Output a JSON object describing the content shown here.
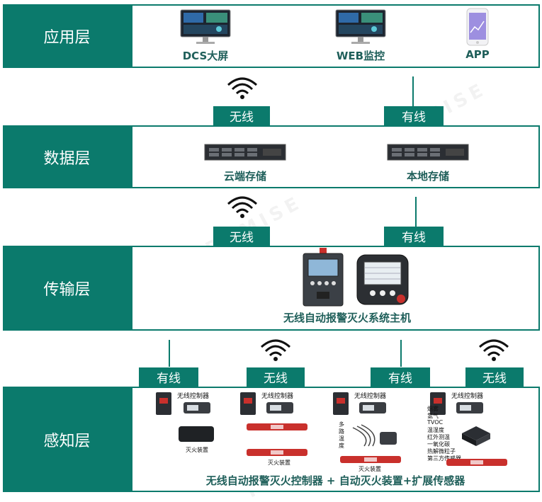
{
  "layers": {
    "application": "应用层",
    "data": "数据层",
    "transport": "传输层",
    "perception": "感知层"
  },
  "application": {
    "items": [
      {
        "label": "DCS大屏",
        "icon": "monitor-icon"
      },
      {
        "label": "WEB监控",
        "icon": "monitor-icon"
      },
      {
        "label": "APP",
        "icon": "phone-icon"
      }
    ]
  },
  "links": {
    "wireless": "无线",
    "wired": "有线"
  },
  "data_layer": {
    "items": [
      {
        "label": "云端存储",
        "icon": "server-icon"
      },
      {
        "label": "本地存储",
        "icon": "server-icon"
      }
    ]
  },
  "transport": {
    "caption": "无线自动报警灭火系统主机"
  },
  "perception": {
    "controller_label": "无线控制器",
    "extinguisher_label": "灭火装置",
    "multi_temp": [
      "多",
      "路",
      "温",
      "度"
    ],
    "sensors": [
      "烟雾",
      "氢气",
      "TVOC",
      "温湿度",
      "红外测温",
      "一氧化碳",
      "热解微粒子",
      "第三方传感器"
    ],
    "caption": "无线自动报警灭火控制器 + 自动灭火装置+扩展传感器"
  },
  "watermark": "PROMISE",
  "colors": {
    "primary": "#0b7a6c",
    "caption": "#1f5f5a",
    "extinguisher": "#c9302c"
  }
}
